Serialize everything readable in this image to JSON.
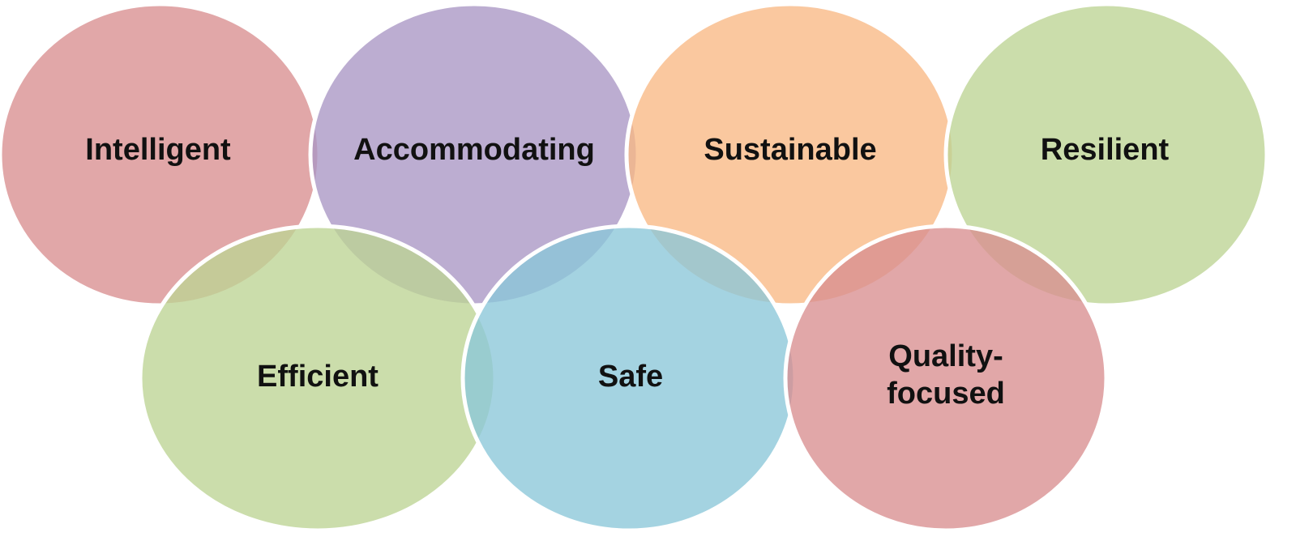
{
  "diagram": {
    "circles": [
      {
        "id": "intelligent",
        "lines": [
          "Intelligent"
        ],
        "color": "#D88E8F"
      },
      {
        "id": "accommodating",
        "lines": [
          "Accommodating"
        ],
        "color": "#A996C4"
      },
      {
        "id": "sustainable",
        "lines": [
          "Sustainable"
        ],
        "color": "#F9B884"
      },
      {
        "id": "resilient",
        "lines": [
          "Resilient"
        ],
        "color": "#BDD393"
      },
      {
        "id": "efficient",
        "lines": [
          "Efficient"
        ],
        "color": "#BDD393"
      },
      {
        "id": "safe",
        "lines": [
          "Safe"
        ],
        "color": "#8AC6D9"
      },
      {
        "id": "quality-focused",
        "lines": [
          "Quality-",
          "focused"
        ],
        "color": "#D88E8F"
      }
    ]
  }
}
